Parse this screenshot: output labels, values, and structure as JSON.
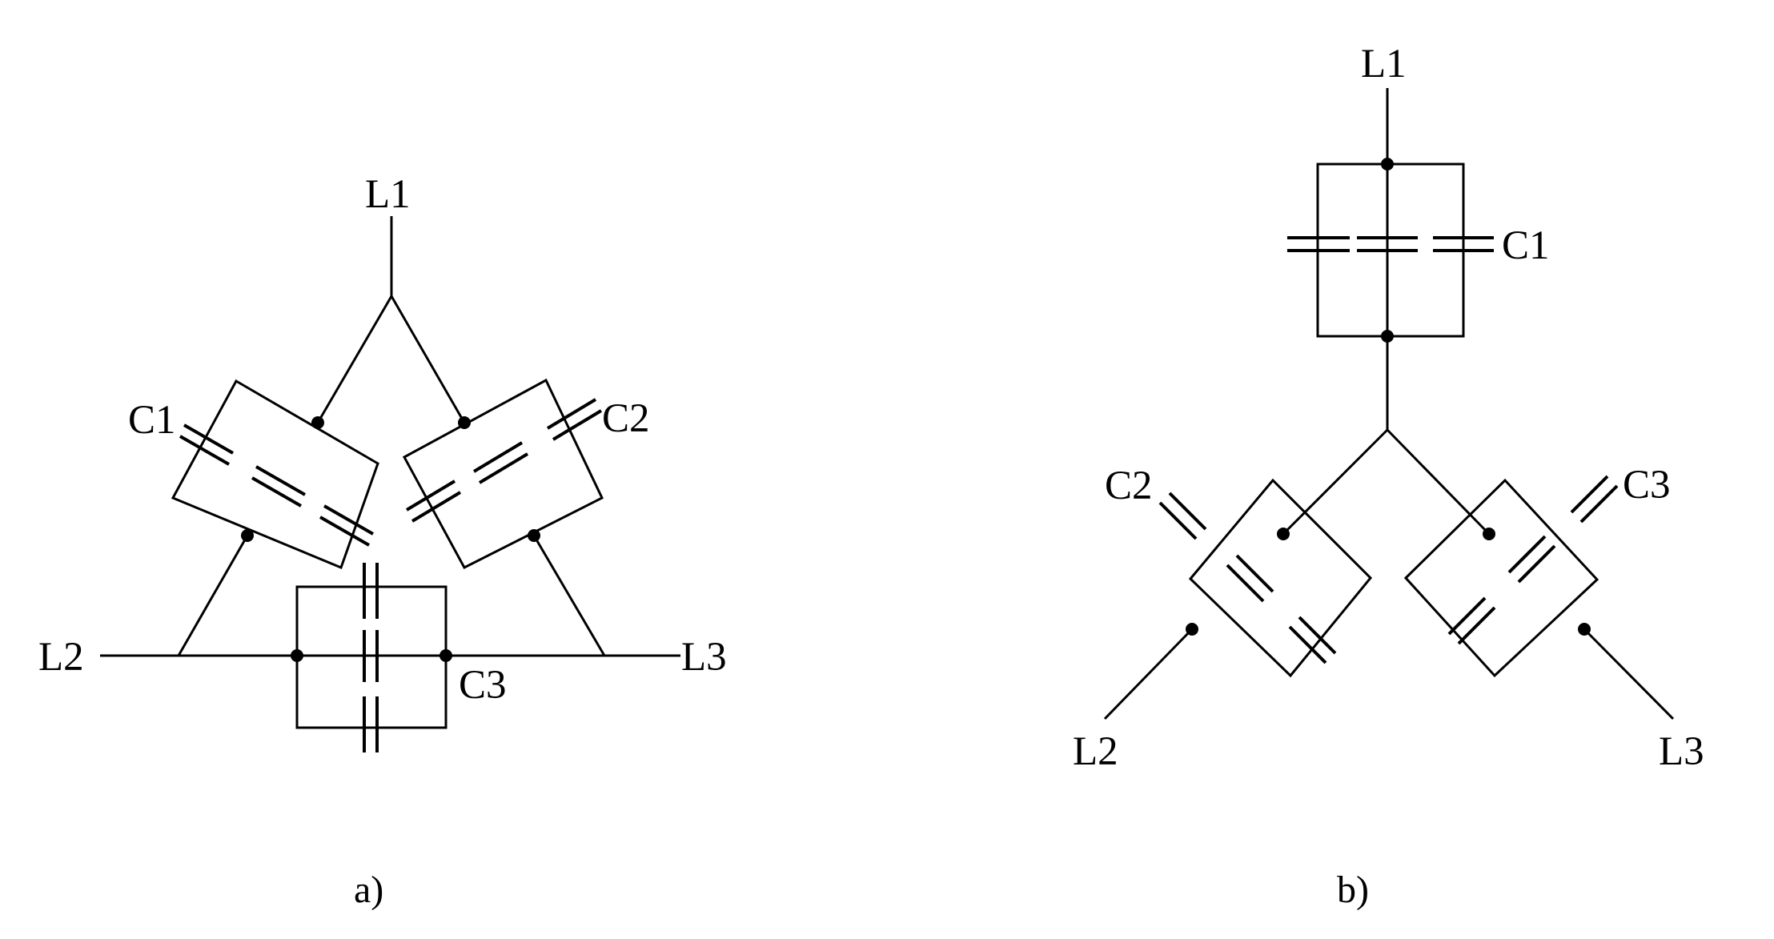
{
  "diagram_a": {
    "caption": "a)",
    "terminals": {
      "l1": "L1",
      "l2": "L2",
      "l3": "L3"
    },
    "capacitors": {
      "c1": "C1",
      "c2": "C2",
      "c3": "C3"
    }
  },
  "diagram_b": {
    "caption": "b)",
    "terminals": {
      "l1": "L1",
      "l2": "L2",
      "l3": "L3"
    },
    "capacitors": {
      "c1": "C1",
      "c2": "C2",
      "c3": "C3"
    }
  }
}
